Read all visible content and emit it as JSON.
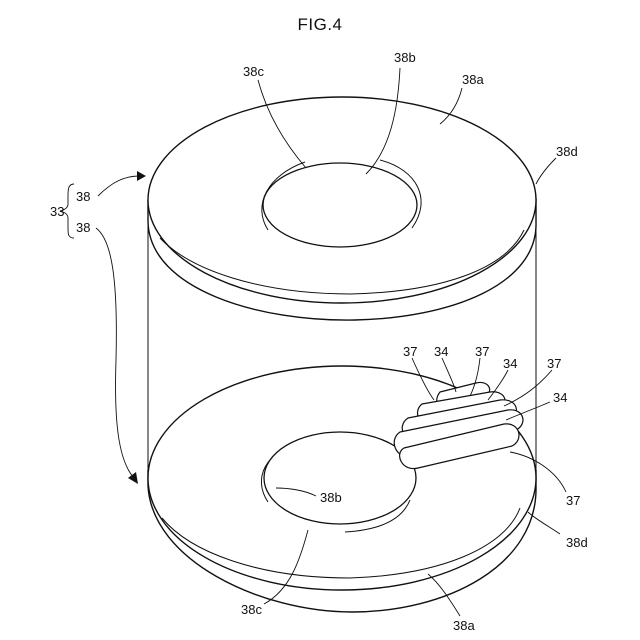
{
  "figure": {
    "title": "FIG.4"
  },
  "labels": {
    "assembly": "33",
    "upper_ring": "38",
    "lower_ring": "38",
    "upper_face": "38a",
    "upper_hole": "38b",
    "upper_inner_edge": "38c",
    "upper_outer_edge": "38d",
    "lower_face": "38a",
    "lower_hole": "38b",
    "lower_inner_edge": "38c",
    "lower_outer_edge": "38d",
    "strip_37_a": "37",
    "strip_34_a": "34",
    "strip_37_b": "37",
    "strip_34_b": "34",
    "strip_37_c": "37",
    "strip_34_c": "34",
    "strip_37_d": "37"
  }
}
